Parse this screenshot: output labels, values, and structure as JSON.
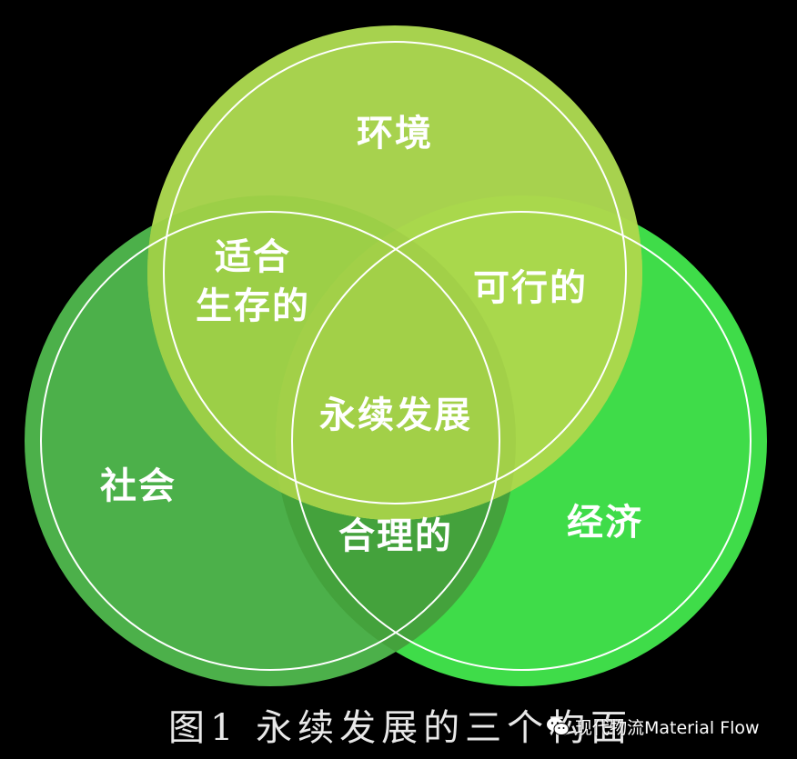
{
  "colors": {
    "environment": "#a7d24e",
    "society": "#4cb04a",
    "economy": "#3fdc49",
    "overlap_env_society": "#9ccf47",
    "overlap_env_economy": "#a9d84c",
    "overlap_society_economy": "#44a23c",
    "overlap_center": "#a2d048",
    "outline": "#ffffff",
    "background": "#000000"
  },
  "labels": {
    "environment": "环境",
    "society": "社会",
    "economy": "经济",
    "env_society_line1": "适合",
    "env_society_line2": "生存的",
    "env_economy": "可行的",
    "society_economy": "合理的",
    "center": "永续发展"
  },
  "caption": "图1 永续发展的三个构面",
  "watermark": {
    "icon": "wechat-icon",
    "text": "现代物流Material Flow"
  }
}
